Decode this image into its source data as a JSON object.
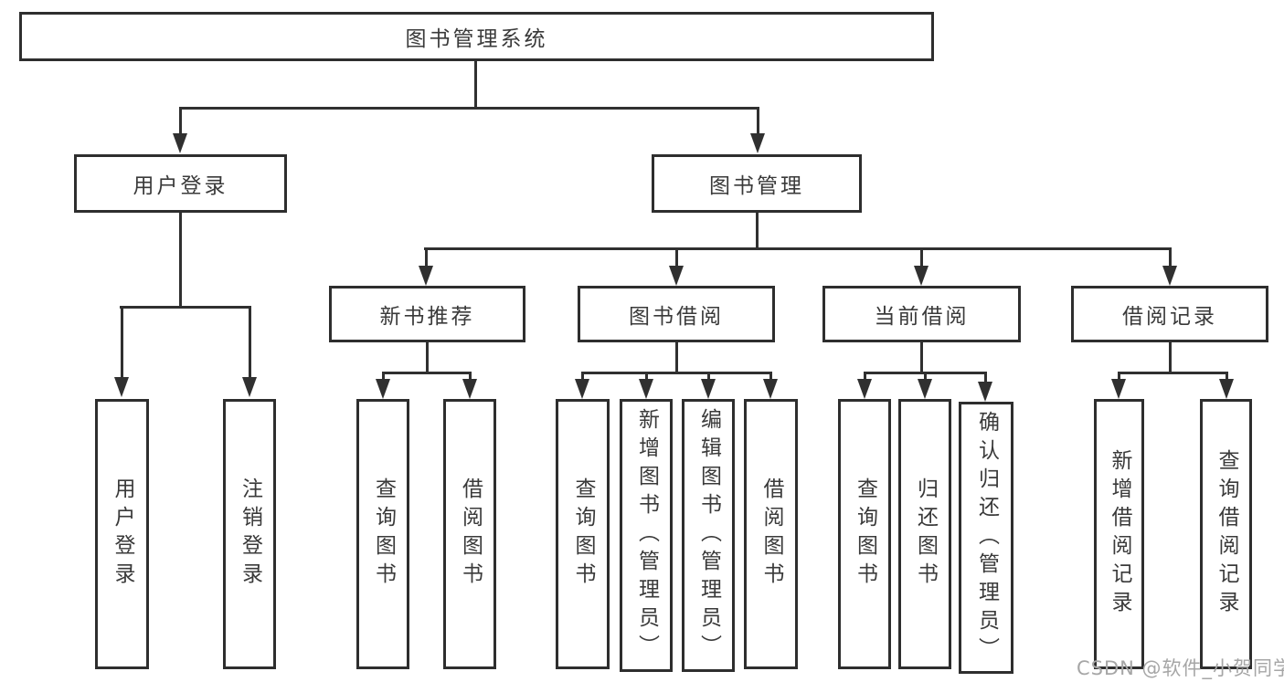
{
  "diagram": {
    "root": {
      "label": "图书管理系统"
    },
    "branches": {
      "user_login": {
        "label": "用户登录",
        "children": [
          {
            "label": "用户登录"
          },
          {
            "label": "注销登录"
          }
        ]
      },
      "book_mgmt": {
        "label": "图书管理",
        "children": [
          {
            "label": "新书推荐",
            "children": [
              {
                "label": "查询图书"
              },
              {
                "label": "借阅图书"
              }
            ]
          },
          {
            "label": "图书借阅",
            "children": [
              {
                "label": "查询图书"
              },
              {
                "label": "新增图书（管理员）"
              },
              {
                "label": "编辑图书（管理员）"
              },
              {
                "label": "借阅图书"
              }
            ]
          },
          {
            "label": "当前借阅",
            "children": [
              {
                "label": "查询图书"
              },
              {
                "label": "归还图书"
              },
              {
                "label": "确认归还（管理员）"
              }
            ]
          },
          {
            "label": "借阅记录",
            "children": [
              {
                "label": "新增借阅记录"
              },
              {
                "label": "查询借阅记录"
              }
            ]
          }
        ]
      }
    }
  },
  "watermark": {
    "text": "CSDN @软件_小贺同学",
    "color": "#a6a6a6"
  },
  "colors": {
    "line": "#303030",
    "border": "#2e2e2e",
    "text": "#3a3a3a",
    "background": "#ffffff"
  }
}
